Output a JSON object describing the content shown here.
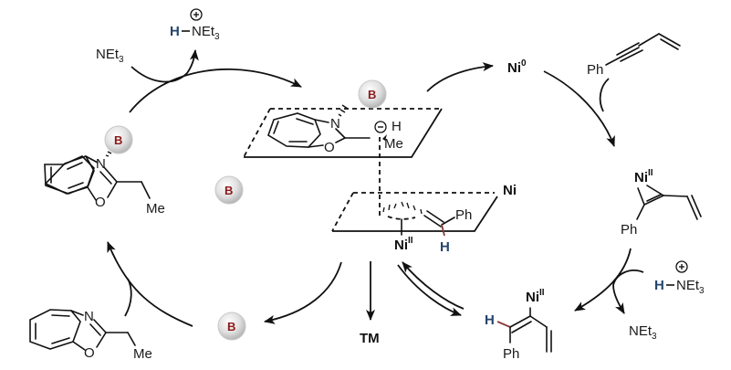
{
  "diagram": {
    "title": "Base-assisted nickel-catalyzed hydroalkylation catalytic cycle",
    "colors": {
      "base_ball_fill": "#e2e2e2",
      "base_ball_text": "#8b1a1a",
      "hydrogen_blue": "#24456e",
      "bond_red": "#8b3a3a",
      "line": "#111111"
    },
    "labels": {
      "net3_top_left": "NEt",
      "net3_top_left_sub": "3",
      "hnet3_top": "H",
      "hnet3_top_rest": "NEt",
      "hnet3_top_sub": "3",
      "plus_sign": "+",
      "base": "B",
      "n_atom": "N",
      "o_atom": "O",
      "me": "Me",
      "h_atom": "H",
      "minus_sign": "−",
      "ni0": "Ni",
      "ni0_sup": "0",
      "ph": "Ph",
      "ni": "Ni",
      "nii": "Ni",
      "nii_sup": "II",
      "tm": "TM",
      "net3_bottom_right": "NEt",
      "net3_bottom_right_sub": "3",
      "hnet3_right": "H",
      "hnet3_right_rest": "NEt",
      "hnet3_right_sub": "3"
    },
    "species": [
      {
        "id": "benzoxazole-free",
        "name": "2-ethylbenzoxazole"
      },
      {
        "id": "benzoxazole-base-complex",
        "name": "2-ethylbenzoxazole–B complex"
      },
      {
        "id": "enolate-complex",
        "name": "deprotonated azaallyl anion with B"
      },
      {
        "id": "ni0",
        "name": "Ni(0)"
      },
      {
        "id": "enyne",
        "name": "1-phenyl-but-3-en-1-yne"
      },
      {
        "id": "nickelacyclopropene",
        "name": "Ni(II) alkyne complex"
      },
      {
        "id": "vinyl-nickel",
        "name": "vinyl Ni(II) species"
      },
      {
        "id": "allyl-nickel-transition",
        "name": "π-allyl Ni(II) transition state"
      },
      {
        "id": "product",
        "name": "TM"
      }
    ]
  }
}
